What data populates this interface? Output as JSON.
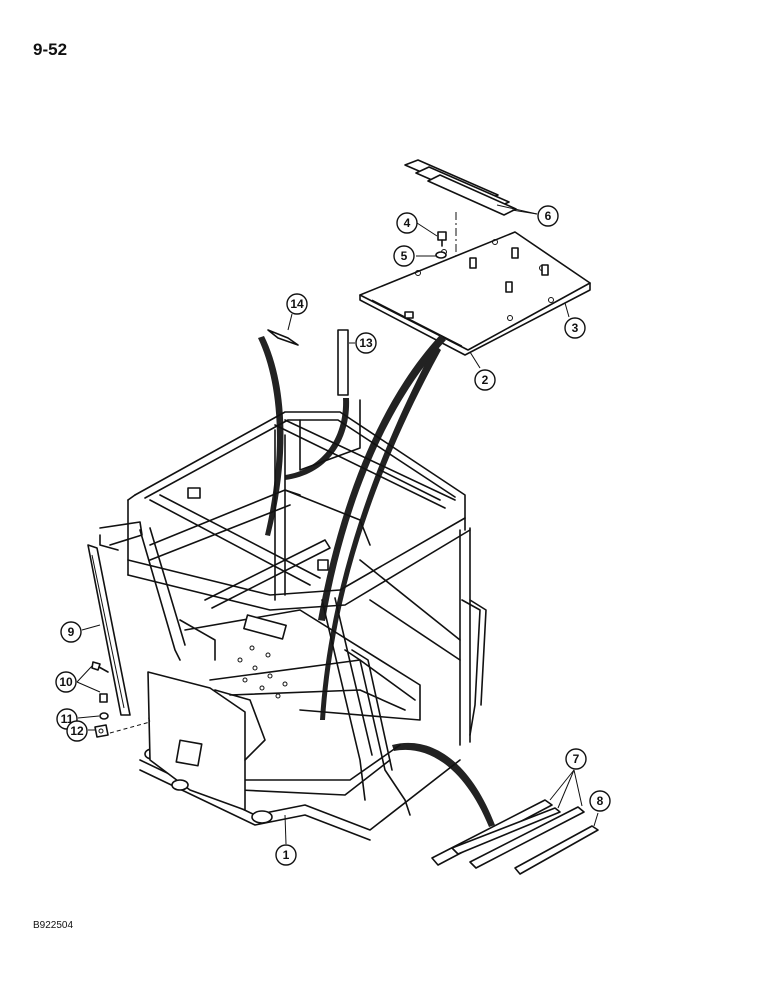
{
  "page_number": "9-52",
  "figure_code": "B922504",
  "callouts": {
    "c1": "1",
    "c2": "2",
    "c3": "3",
    "c4": "4",
    "c5": "5",
    "c6": "6",
    "c7": "7",
    "c8": "8",
    "c9": "9",
    "c10": "10",
    "c11": "11",
    "c12": "12",
    "c13": "13",
    "c14": "14"
  }
}
